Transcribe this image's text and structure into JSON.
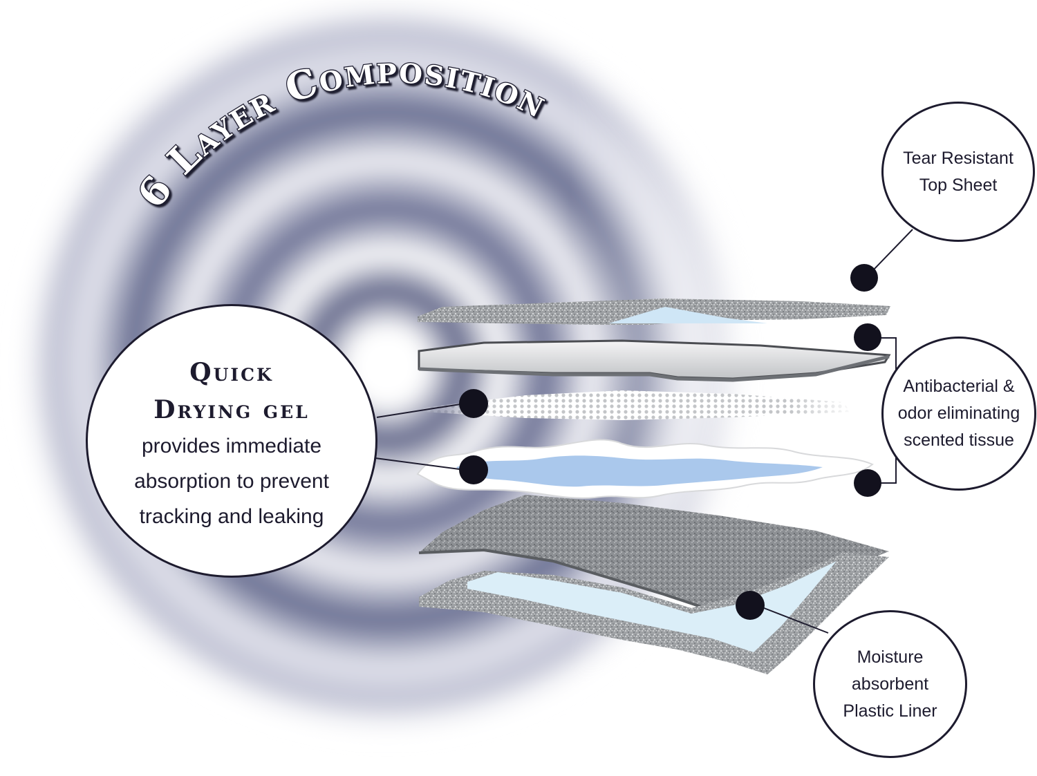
{
  "title": "6 Layer Composition",
  "colors": {
    "navy": "#1d1b2e",
    "halo": "#6f7496",
    "layer_gray": "#a7a9ab",
    "layer_blue": "#aac8ec",
    "layer_light_blue": "#dbeef8"
  },
  "callouts": {
    "tear_resistant": {
      "lines": [
        "Tear Resistant",
        "Top Sheet"
      ]
    },
    "antibacterial": {
      "lines": [
        "Antibacterial &",
        "odor eliminating",
        "scented tissue"
      ]
    },
    "quick_drying": {
      "heading": [
        "Quick",
        "Drying gel"
      ],
      "body": [
        "provides immediate",
        "absorption to prevent",
        "tracking and leaking"
      ]
    },
    "moisture": {
      "lines": [
        "Moisture",
        "absorbent",
        "Plastic Liner"
      ]
    }
  }
}
